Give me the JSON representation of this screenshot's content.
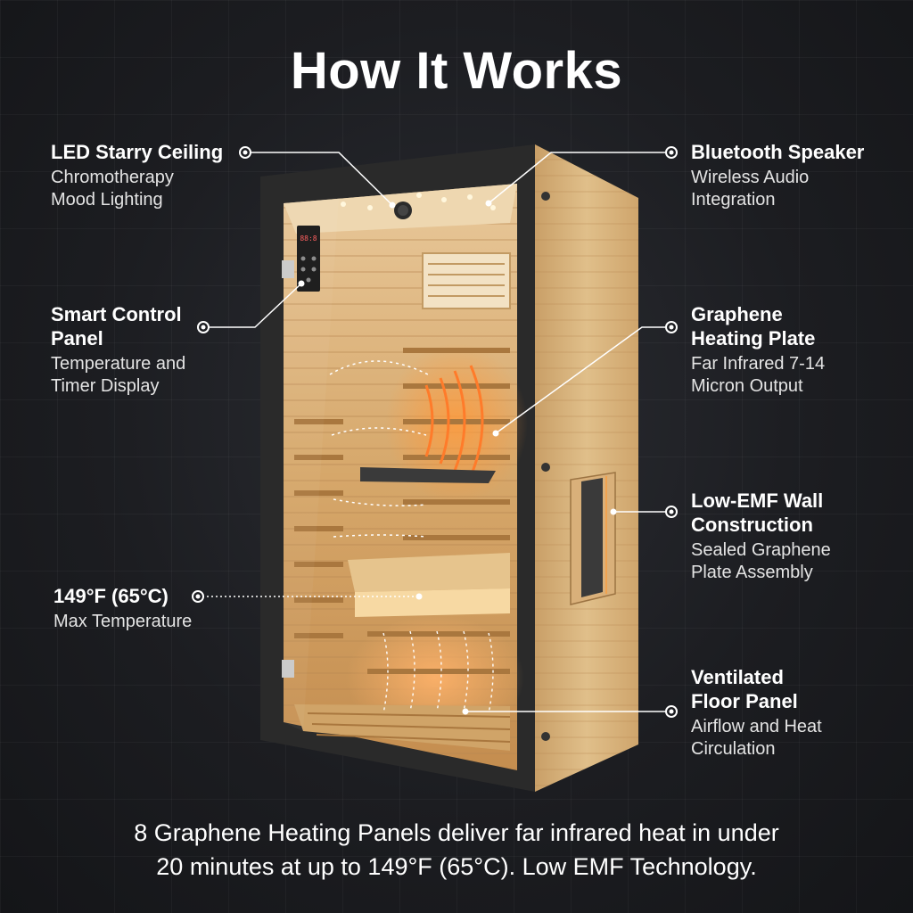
{
  "title": "How It Works",
  "callouts": {
    "led_ceiling": {
      "heading": "LED Starry Ceiling",
      "sub1": "Chromotherapy",
      "sub2": "Mood Lighting"
    },
    "smart_panel": {
      "heading1": "Smart Control",
      "heading2": "Panel",
      "sub1": "Temperature and",
      "sub2": "Timer Display"
    },
    "max_temp": {
      "heading": "149°F (65°C)",
      "sub1": "Max Temperature"
    },
    "bluetooth": {
      "heading": "Bluetooth Speaker",
      "sub1": "Wireless Audio",
      "sub2": "Integration"
    },
    "graphene": {
      "heading1": "Graphene",
      "heading2": "Heating Plate",
      "sub1": "Far Infrared 7-14",
      "sub2": "Micron Output"
    },
    "low_emf": {
      "heading1": "Low-EMF Wall",
      "heading2": "Construction",
      "sub1": "Sealed Graphene",
      "sub2": "Plate Assembly"
    },
    "floor": {
      "heading1": "Ventilated",
      "heading2": "Floor Panel",
      "sub1": "Airflow and Heat",
      "sub2": "Circulation"
    }
  },
  "control_display": "88:8",
  "footer": {
    "line1": "8 Graphene Heating Panels deliver far infrared heat in under",
    "line2": "20 minutes at up to 149°F (65°C). Low EMF Technology."
  },
  "colors": {
    "background": "#1c1d21",
    "wood": "#d8b47e",
    "frame": "#2a2a2a",
    "glow": "#ffb25a"
  }
}
